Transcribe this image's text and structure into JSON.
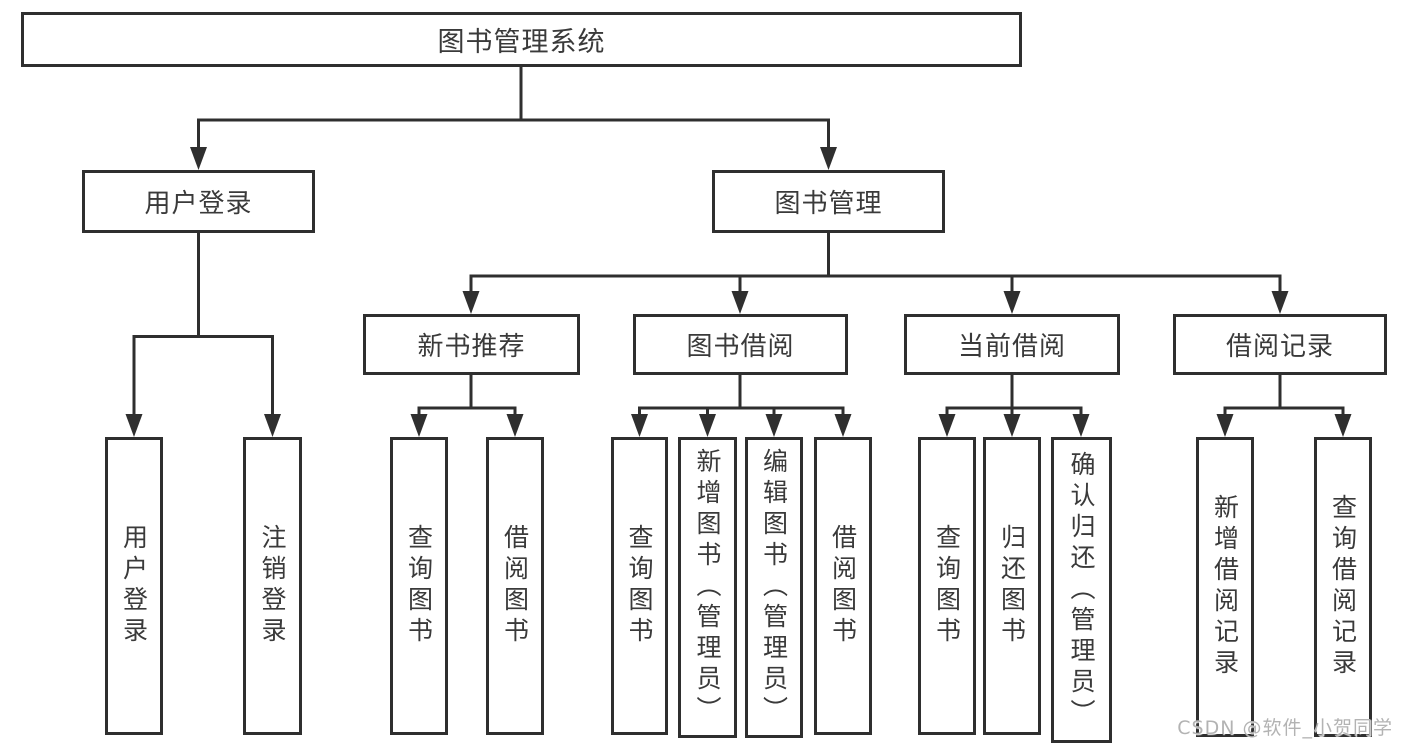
{
  "tree": {
    "root": "图书管理系统",
    "branches": [
      {
        "label": "用户登录",
        "leaves": [
          "用户登录",
          "注销登录"
        ]
      },
      {
        "label": "图书管理",
        "groups": [
          {
            "label": "新书推荐",
            "leaves": [
              "查询图书",
              "借阅图书"
            ]
          },
          {
            "label": "图书借阅",
            "leaves": [
              "查询图书",
              "新增图书（管理员）",
              "编辑图书（管理员）",
              "借阅图书"
            ]
          },
          {
            "label": "当前借阅",
            "leaves": [
              "查询图书",
              "归还图书",
              "确认归还（管理员）"
            ]
          },
          {
            "label": "借阅记录",
            "leaves": [
              "新增借阅记录",
              "查询借阅记录"
            ]
          }
        ]
      }
    ]
  },
  "watermark": "CSDN @软件_小贺同学",
  "colors": {
    "line": "#2f2f2f",
    "text": "#3a3a3a",
    "background": "#ffffff",
    "watermark": "#b3b3b3"
  }
}
